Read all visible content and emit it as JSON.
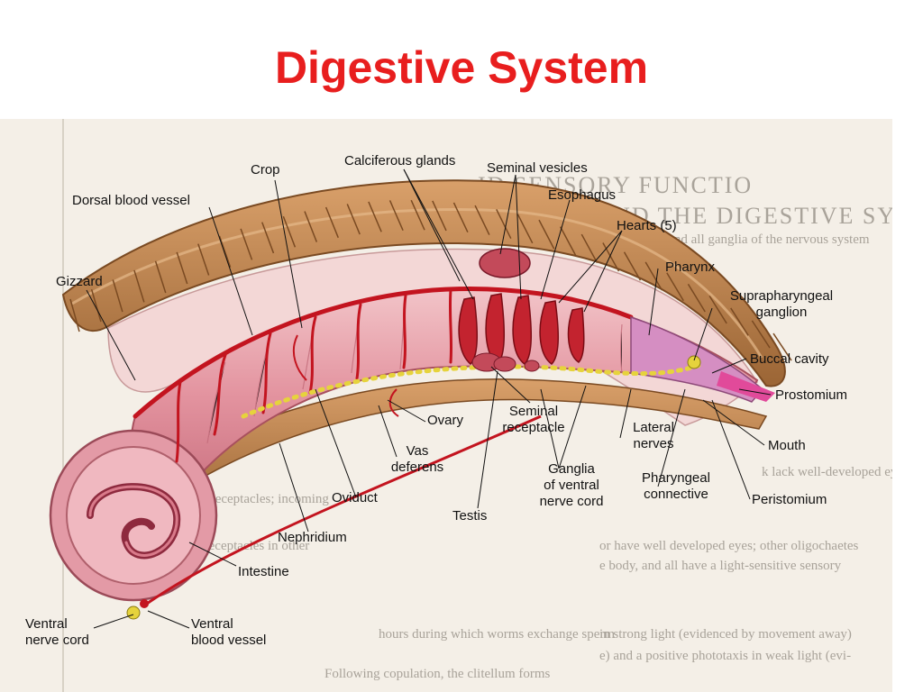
{
  "slide": {
    "title": "Digestive System"
  },
  "labels": {
    "crop": "Crop",
    "calciferous_glands": "Calciferous glands",
    "seminal_vesicles": "Seminal vesicles",
    "dorsal_blood_vessel": "Dorsal blood vessel",
    "esophagus": "Esophagus",
    "hearts": "Hearts (5)",
    "gizzard": "Gizzard",
    "pharynx": "Pharynx",
    "suprapharyngeal_1": "Suprapharyngeal",
    "suprapharyngeal_2": "ganglion",
    "buccal_cavity": "Buccal cavity",
    "prostomium": "Prostomium",
    "seminal_receptacle_1": "Seminal",
    "seminal_receptacle_2": "receptacle",
    "ovary": "Ovary",
    "lateral_nerves_1": "Lateral",
    "lateral_nerves_2": "nerves",
    "mouth": "Mouth",
    "vas_deferens_1": "Vas",
    "vas_deferens_2": "deferens",
    "ganglia_1": "Ganglia",
    "ganglia_2": "of ventral",
    "ganglia_3": "nerve cord",
    "pharyngeal_connective_1": "Pharyngeal",
    "pharyngeal_connective_2": "connective",
    "peristomium": "Peristomium",
    "oviduct": "Oviduct",
    "testis": "Testis",
    "nephridium": "Nephridium",
    "intestine": "Intestine",
    "ventral_nerve_cord_1": "Ventral",
    "ventral_nerve_cord_2": "nerve cord",
    "ventral_blood_vessel_1": "Ventral",
    "ventral_blood_vessel_2": "blood vessel"
  },
  "background_text": {
    "heading_1": "ID SENSORY FUNCTIO",
    "heading_2": "ING AND THE DIGESTIVE SY",
    "para_1": "cords and all ganglia of the nervous system",
    "para_2": "k lack well-developed eyes; Lumbricus",
    "para_3": "or have well developed eyes; other oligochaetes",
    "para_4": "e body, and all have a light-sensitive sensory",
    "para_5": "in strong light (evidenced by movement away)",
    "para_6": "e) and a positive phototaxis in weak light (evi-",
    "para_7": "in sperm and the seminal receptacles; incoming",
    "para_8": "openings of the seminal receptacles in other",
    "para_9": "hours during which worms exchange sperm",
    "para_10": "Following copulation, the clitellum forms"
  },
  "colors": {
    "title": "#e81e1e",
    "body_pink": "#e8a2ac",
    "body_wall": "#b27a46",
    "blood_vessel": "#c3141f",
    "nerve_cord": "#e6d33c",
    "paper": "#f4efe7",
    "background_text": "#a9a39a"
  }
}
